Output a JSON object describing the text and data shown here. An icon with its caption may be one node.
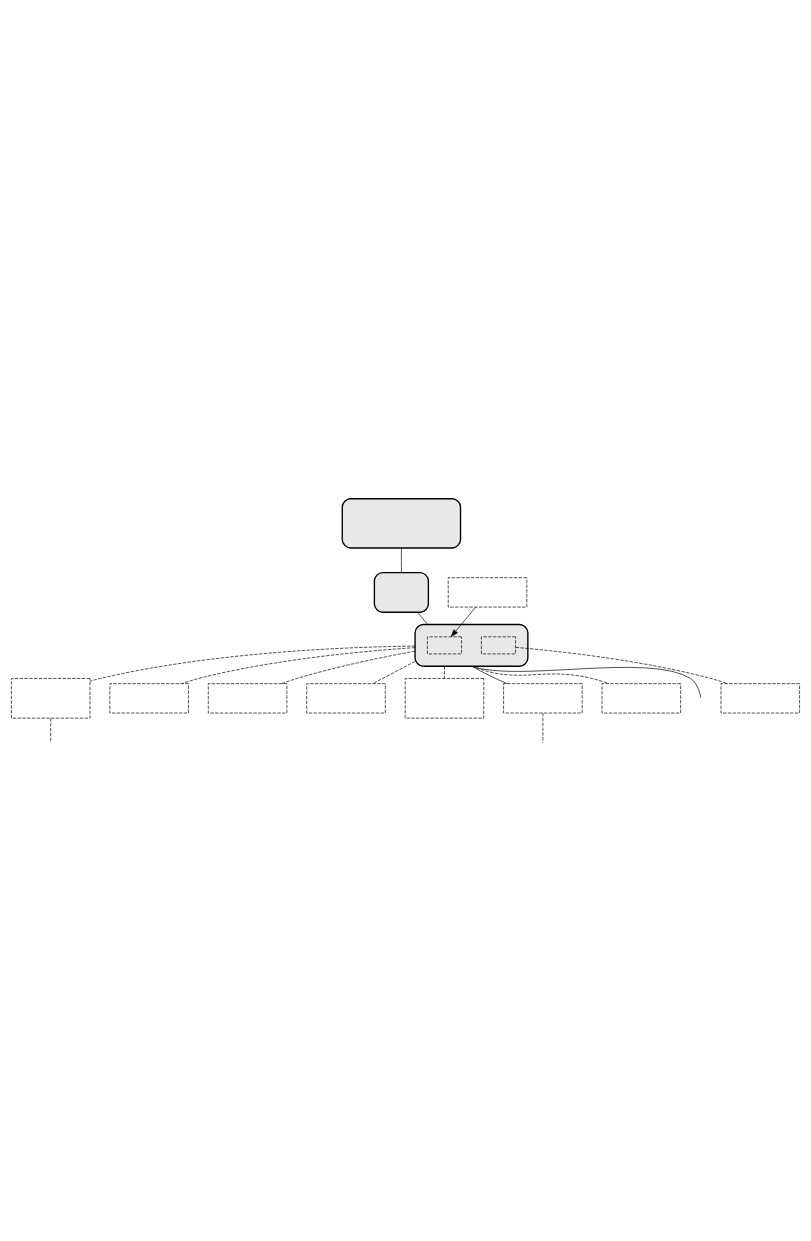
{
  "diagram": {
    "nodes": [
      {
        "text": [],
        "shape": "box"
      },
      {
        "text": [],
        "shape": "box"
      },
      {
        "text": [],
        "shape": "box"
      },
      {
        "text": [],
        "shape": "box"
      },
      {
        "text": [],
        "shape": "box",
        "in": 2
      },
      {
        "text": [],
        "shape": "box",
        "in": 2
      },
      {
        "text": [],
        "shape": "box"
      },
      {
        "text": [],
        "shape": "box"
      },
      {
        "text": [],
        "shape": "box"
      },
      {
        "text": [],
        "shape": "box"
      },
      {
        "text": [],
        "shape": "box"
      },
      {
        "text": [],
        "shape": "box"
      },
      {
        "text": [],
        "shape": "box"
      },
      {
        "text": [],
        "shape": "box"
      }
    ],
    "edges": [
      {
        "from": 0,
        "to": 1,
        "arrow": "none"
      },
      {
        "from": 1,
        "to": 2,
        "arrow": "none"
      },
      {
        "from": 3,
        "to": 4,
        "arrow": "to"
      },
      {
        "from": 2,
        "to": 6,
        "arrow": "none",
        "style": "dashed"
      },
      {
        "from": 2,
        "to": 7,
        "arrow": "none",
        "style": "dashed"
      },
      {
        "from": 2,
        "to": 8,
        "arrow": "none",
        "style": "dashed"
      },
      {
        "from": 2,
        "to": 9,
        "arrow": "none",
        "style": "dashed"
      },
      {
        "from": 2,
        "to": 10,
        "arrow": "none",
        "style": "dashed"
      },
      {
        "from": 2,
        "to": 11,
        "arrow": "none"
      },
      {
        "from": 2,
        "to": null,
        "arrow": "none"
      },
      {
        "from": 2,
        "to": 12,
        "arrow": "none",
        "style": "dashed"
      },
      {
        "from": 5,
        "to": 13,
        "arrow": "none",
        "style": "dashed"
      },
      {
        "from": 11,
        "to": null,
        "arrow": "none",
        "style": "dashed"
      },
      {
        "from": 6,
        "to": null,
        "arrow": "none",
        "style": "dashed"
      }
    ]
  }
}
